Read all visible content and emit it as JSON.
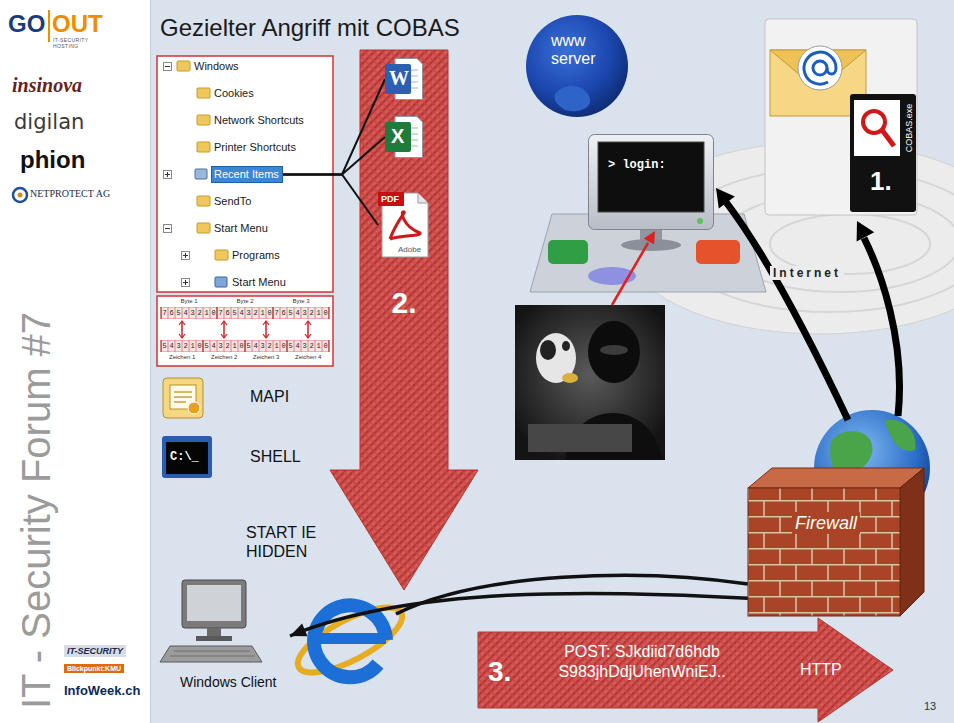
{
  "diagram": {
    "title": "Gezielter Angriff mit COBAS",
    "nodes": [
      {
        "text": [
          "Recent Items"
        ]
      },
      {
        "text": [
          "W"
        ]
      },
      {
        "text": [
          "X"
        ]
      },
      {
        "text": [
          "PDF",
          "Adobe"
        ]
      },
      {
        "text": [
          "www server"
        ]
      },
      {
        "text": [
          "> login:"
        ]
      },
      {
        "text": [
          "1.",
          "COBAS.exe"
        ]
      },
      {
        "text": [
          "Firewall"
        ]
      },
      {
        "text": [
          "Windows Client"
        ]
      },
      {
        "text": [
          "3.",
          "POST: SJkdiid7d6hdb S983jhDdjUhenWniEJ..",
          "HTTP"
        ]
      }
    ],
    "edges": [
      {
        "from": 0,
        "to": 1,
        "arrow": "none"
      },
      {
        "from": 0,
        "to": 2,
        "arrow": "none"
      },
      {
        "from": 0,
        "to": 3,
        "arrow": "none"
      },
      {
        "from": 7,
        "to": 8,
        "arrow": "to"
      }
    ],
    "labels": [
      "GO",
      "OUT",
      "IT-SECURITY HOSTING",
      "insinova",
      "digilan",
      "phion",
      "NETPROTECT AG",
      "IT - Security Forum #7",
      "IT-SECURITY",
      "Blickpunkt:KMU",
      "InfoWeek.ch",
      "Windows",
      "Cookies",
      "Network Shortcuts",
      "Printer Shortcuts",
      "SendTo",
      "Start Menu",
      "Programs",
      "Start Menu",
      "Byte 1",
      "Byte 2",
      "Byte 3",
      "76543210",
      "76543210",
      "76543210",
      "543210",
      "543210",
      "543210",
      "543210",
      "Zeichen 1",
      "Zeichen 2",
      "Zeichen 3",
      "Zeichen 4",
      "2.",
      "MAPI",
      "C:\\_",
      "SHELL",
      "START IE HIDDEN",
      "Internet",
      "13"
    ]
  }
}
